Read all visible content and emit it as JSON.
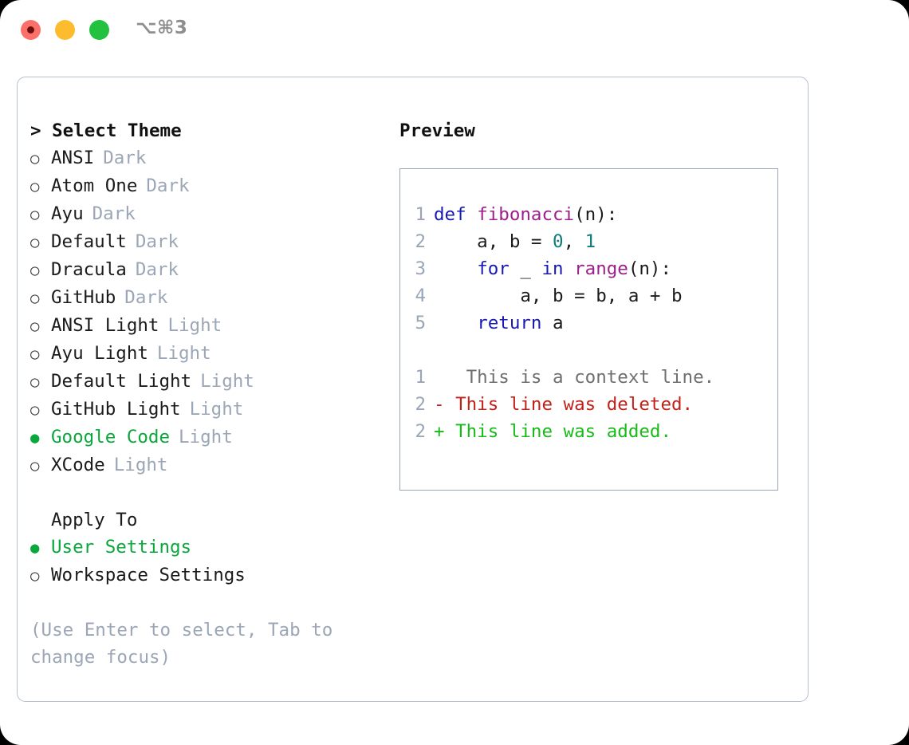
{
  "window": {
    "shortcut": "⌥⌘3",
    "traffic_lights": [
      {
        "name": "close-button",
        "color": "#fb7068"
      },
      {
        "name": "minimize-button",
        "color": "#fcbc2e"
      },
      {
        "name": "maximize-button",
        "color": "#22c13f"
      }
    ]
  },
  "theme_picker": {
    "header": "Select Theme",
    "caret": ">",
    "marker_selected": "●",
    "marker_unselected": "○",
    "items": [
      {
        "label": "ANSI",
        "tag": "Dark",
        "selected": false
      },
      {
        "label": "Atom One",
        "tag": "Dark",
        "selected": false
      },
      {
        "label": "Ayu",
        "tag": "Dark",
        "selected": false
      },
      {
        "label": "Default",
        "tag": "Dark",
        "selected": false
      },
      {
        "label": "Dracula",
        "tag": "Dark",
        "selected": false
      },
      {
        "label": "GitHub",
        "tag": "Dark",
        "selected": false
      },
      {
        "label": "ANSI Light",
        "tag": "Light",
        "selected": false
      },
      {
        "label": "Ayu Light",
        "tag": "Light",
        "selected": false
      },
      {
        "label": "Default Light",
        "tag": "Light",
        "selected": false
      },
      {
        "label": "GitHub Light",
        "tag": "Light",
        "selected": false
      },
      {
        "label": "Google Code",
        "tag": "Light",
        "selected": true
      },
      {
        "label": "XCode",
        "tag": "Light",
        "selected": false
      }
    ]
  },
  "apply_to": {
    "header": "Apply To",
    "items": [
      {
        "label": "User Settings",
        "selected": true
      },
      {
        "label": "Workspace Settings",
        "selected": false
      }
    ]
  },
  "hint": "(Use Enter to select, Tab to change focus)",
  "preview": {
    "title": "Preview",
    "code_lines": [
      {
        "number": "1",
        "tokens": [
          {
            "text": "def ",
            "type": "kw"
          },
          {
            "text": "fibonacci",
            "type": "fn"
          },
          {
            "text": "(n):",
            "type": "plain"
          }
        ]
      },
      {
        "number": "2",
        "tokens": [
          {
            "text": "    a, b = ",
            "type": "plain"
          },
          {
            "text": "0",
            "type": "num"
          },
          {
            "text": ", ",
            "type": "plain"
          },
          {
            "text": "1",
            "type": "num"
          }
        ]
      },
      {
        "number": "3",
        "tokens": [
          {
            "text": "    ",
            "type": "plain"
          },
          {
            "text": "for",
            "type": "kw"
          },
          {
            "text": " _ ",
            "type": "plain"
          },
          {
            "text": "in",
            "type": "kw"
          },
          {
            "text": " ",
            "type": "plain"
          },
          {
            "text": "range",
            "type": "fn"
          },
          {
            "text": "(n):",
            "type": "plain"
          }
        ]
      },
      {
        "number": "4",
        "tokens": [
          {
            "text": "        a, b = b, a + b",
            "type": "plain"
          }
        ]
      },
      {
        "number": "5",
        "tokens": [
          {
            "text": "    ",
            "type": "plain"
          },
          {
            "text": "return",
            "type": "kw"
          },
          {
            "text": " a",
            "type": "plain"
          }
        ]
      }
    ],
    "diff_lines": [
      {
        "number": "1",
        "marker": " ",
        "text": "  This is a context line.",
        "type": "context"
      },
      {
        "number": "2",
        "marker": "-",
        "text": " This line was deleted.",
        "type": "deleted"
      },
      {
        "number": "2",
        "marker": "+",
        "text": " This line was added.",
        "type": "added"
      }
    ]
  },
  "colors": {
    "accent_green": "#0aa83c",
    "dim_text": "#9ba6b6",
    "keyword": "#1919b3",
    "function": "#9c1f8c",
    "number": "#0f7b7b",
    "diff_deleted": "#c02119",
    "diff_added": "#17bb17",
    "border": "#b7bfcc"
  }
}
